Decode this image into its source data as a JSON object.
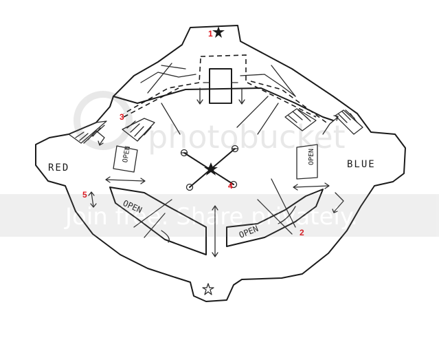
{
  "map": {
    "bases": {
      "red": "RED",
      "blue": "BLUE"
    },
    "labels": {
      "open_left": "OPEN",
      "open_right": "OPEN"
    },
    "markers": [
      "1",
      "2",
      "3",
      "4",
      "5"
    ],
    "marker_color": "#e0121a",
    "ink_color": "#1a1a1a"
  },
  "watermark": {
    "main": "photobucket",
    "sub": "Join free. Share privately."
  }
}
